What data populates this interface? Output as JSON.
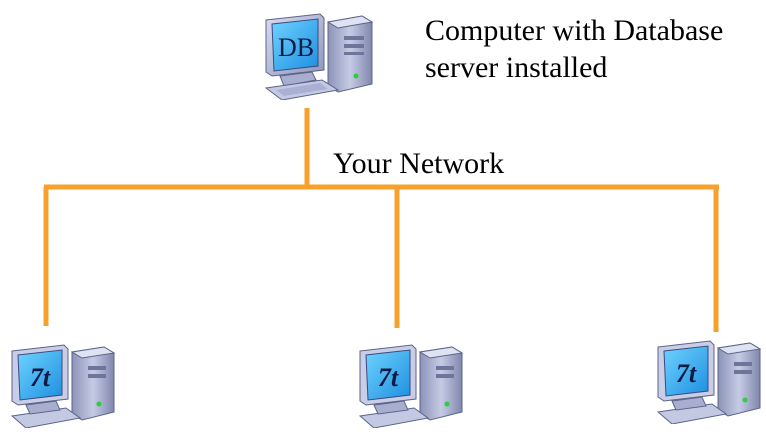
{
  "server": {
    "screen_label": "DB",
    "caption_line1": "Computer with Database",
    "caption_line2": "server installed"
  },
  "network": {
    "label": "Your Network",
    "line_color": "#f7a12a"
  },
  "clients": [
    {
      "screen_label": "7t"
    },
    {
      "screen_label": "7t"
    },
    {
      "screen_label": "7t"
    }
  ],
  "icons": {
    "server": "computer-monitor-icon",
    "client": "computer-monitor-icon"
  }
}
